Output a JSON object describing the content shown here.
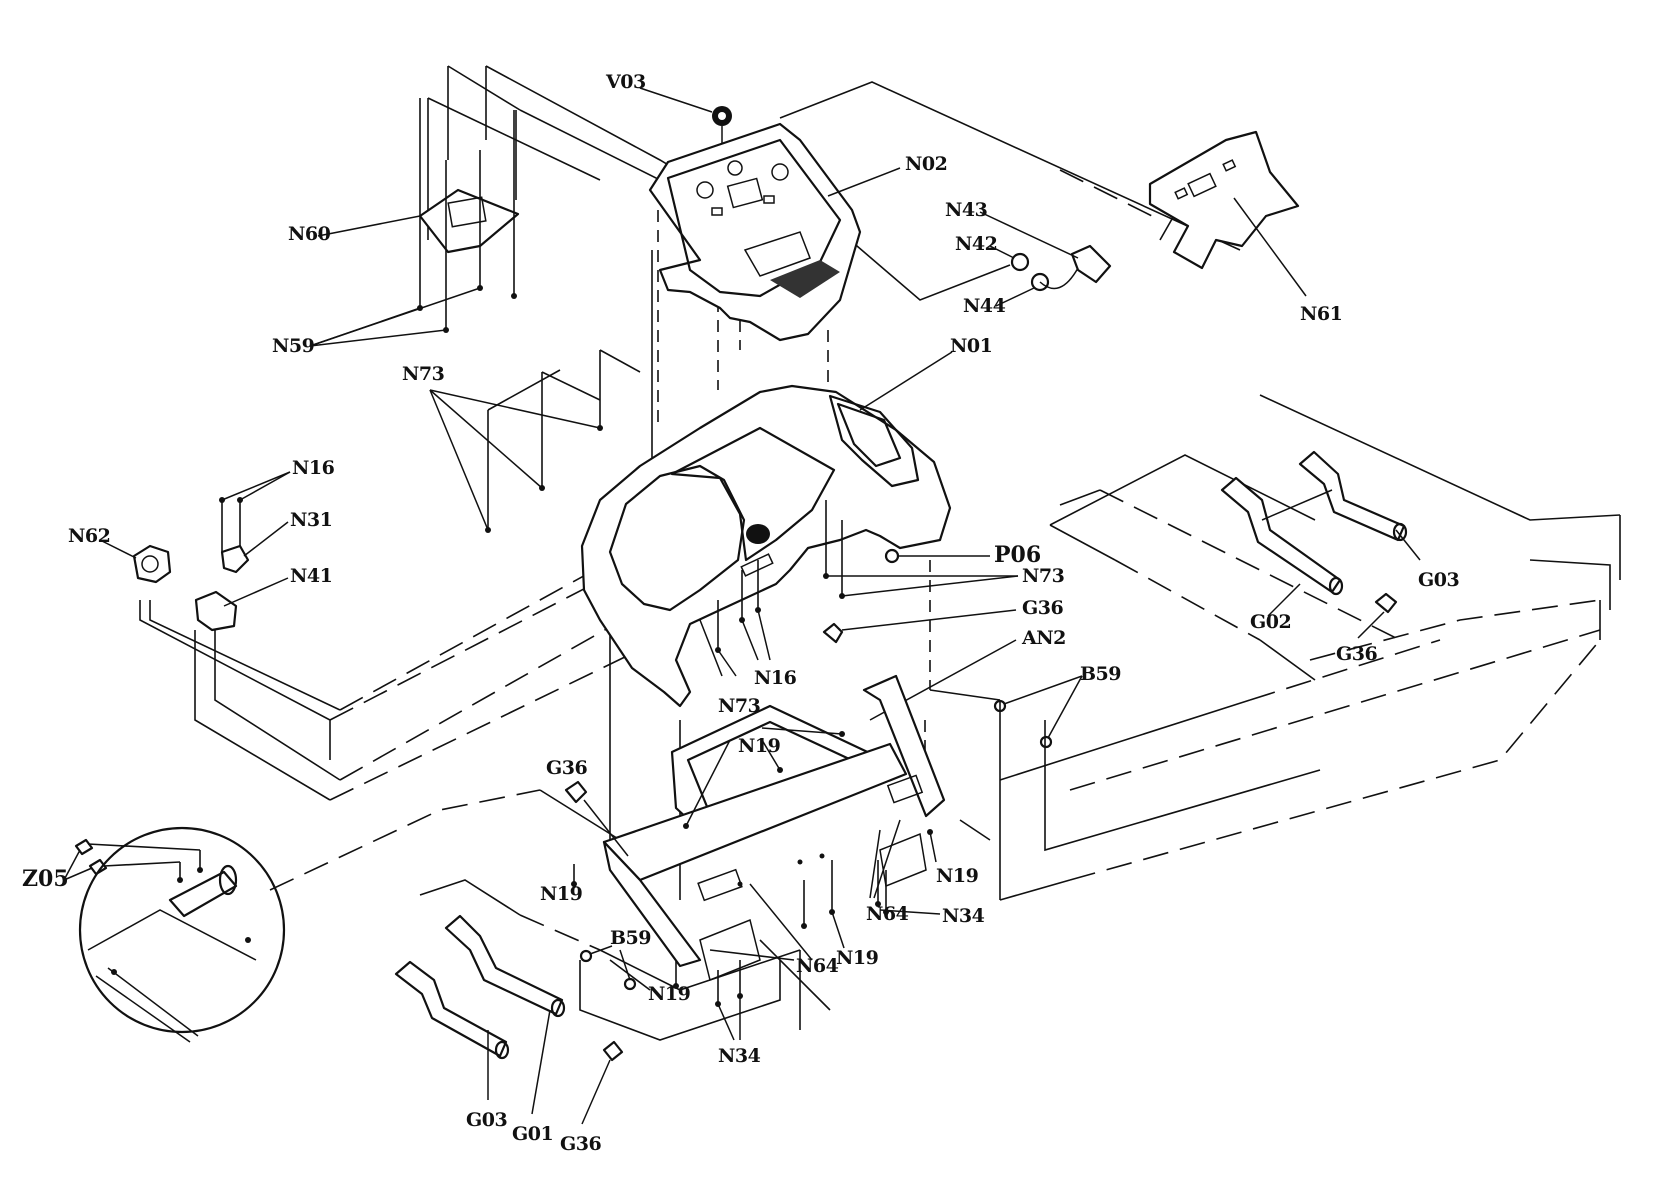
{
  "diagram": {
    "labels": {
      "v03": "V03",
      "n02": "N02",
      "n60": "N60",
      "n43": "N43",
      "n42": "N42",
      "n44": "N44",
      "n61": "N61",
      "n59": "N59",
      "n73_top": "N73",
      "n01": "N01",
      "n16_top": "N16",
      "n31": "N31",
      "n62": "N62",
      "n41": "N41",
      "p06": "P06",
      "n73_right": "N73",
      "g36_mid": "G36",
      "an2": "AN2",
      "n16_mid": "N16",
      "n73_mid": "N73",
      "g02": "G02",
      "g03_right": "G03",
      "g36_right": "G36",
      "b59_right": "B59",
      "n19_top": "N19",
      "g36_left": "G36",
      "z05": "Z05",
      "n19_left": "N19",
      "n19_right": "N19",
      "n64_right": "N64",
      "n34_right": "N34",
      "n19_bottom": "N19",
      "n64_mid": "N64",
      "b59_left": "B59",
      "n19_low": "N19",
      "n34_bottom": "N34",
      "g03_left": "G03",
      "g01": "G01",
      "g36_bottom": "G36"
    }
  }
}
